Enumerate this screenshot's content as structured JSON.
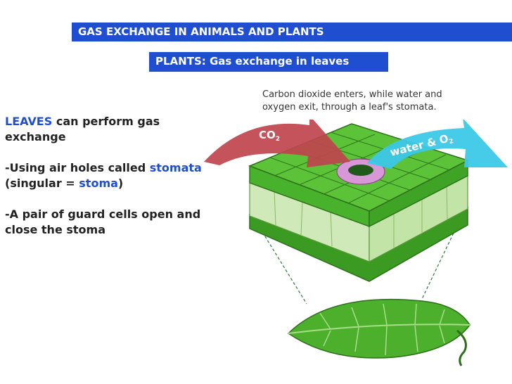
{
  "header": {
    "title": "GAS EXCHANGE IN ANIMALS AND PLANTS",
    "subtitle": "PLANTS: Gas exchange in leaves"
  },
  "content": {
    "p1": {
      "highlight": "LEAVES",
      "rest": " can perform gas exchange"
    },
    "p2": {
      "dash": "-",
      "t1": "Using air holes called ",
      "h1": "stomata",
      "t2": " (singular = ",
      "h2": "stoma",
      "t3": ")"
    },
    "p3": {
      "dash": "-",
      "text": "A pair of guard cells open and close the stoma"
    }
  },
  "figure": {
    "caption_line1": "Carbon dioxide enters, while water and",
    "caption_line2": "oxygen exit, through a leaf's stomata.",
    "co2_label": "CO",
    "co2_sub": "2",
    "water_label": "water & O",
    "water_sub": "2"
  },
  "colors": {
    "banner": "#1f4fd0",
    "highlight": "#1f4fd0",
    "arrow_in": "#c0444e",
    "arrow_out": "#3cc8e8",
    "leaf_green": "#3aa824",
    "stoma_pink": "#d898d8"
  }
}
